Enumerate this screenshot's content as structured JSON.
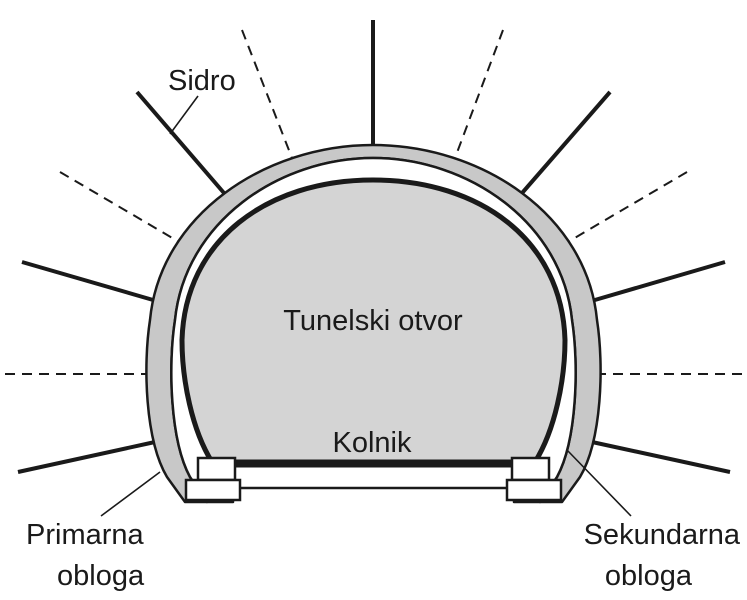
{
  "labels": {
    "anchor": "Sidro",
    "opening": "Tunelski otvor",
    "roadway": "Kolnik",
    "primary_line1": "Primarna",
    "primary_line2": "obloga",
    "secondary_line1": "Sekundarna",
    "secondary_line2": "obloga"
  },
  "colors": {
    "opening_fill": "#d4d4d4",
    "stroke": "#1a1a1a",
    "primary_lining_fill": "#c8c8c8",
    "background": "#ffffff"
  }
}
